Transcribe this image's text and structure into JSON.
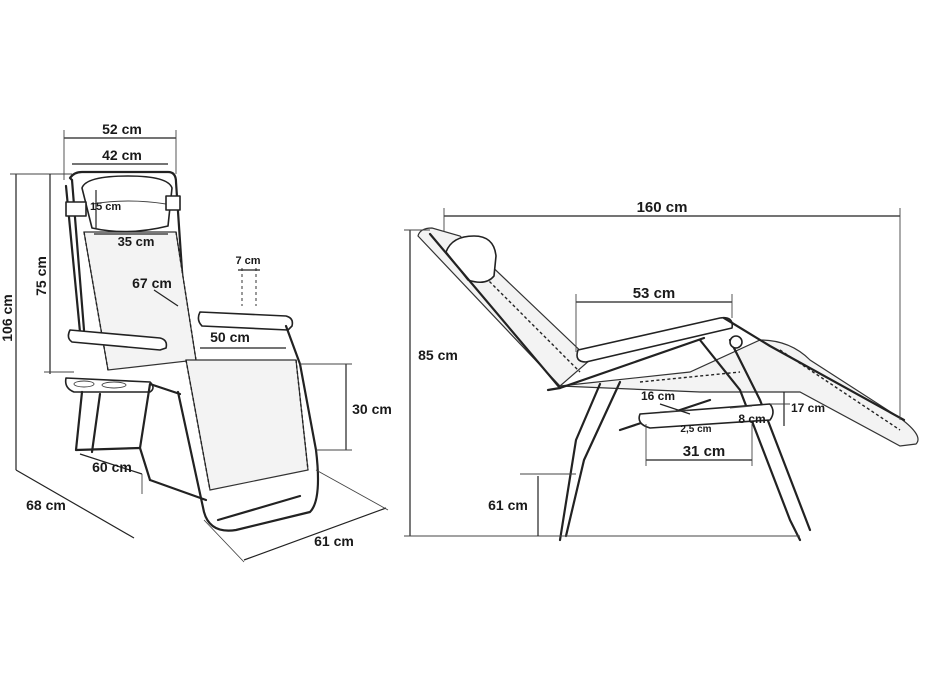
{
  "front_view": {
    "labels": {
      "width_outer": "52 cm",
      "width_inner": "42 cm",
      "pillow_height": "15 cm",
      "pillow_width": "35 cm",
      "total_height": "106 cm",
      "backrest_height": "75 cm",
      "cupholder_gap": "7 cm",
      "backrest_length": "67 cm",
      "seat_width": "50 cm",
      "seat_height": "30 cm",
      "depth_side": "68 cm",
      "depth_mid": "60 cm",
      "depth_front": "61 cm"
    }
  },
  "side_view": {
    "labels": {
      "total_length": "160 cm",
      "seat_length": "53 cm",
      "total_height": "85 cm",
      "tray_width": "16 cm",
      "tray_height": "17 cm",
      "cup_diameter": "8 cm",
      "tray_depth": "2,5 cm",
      "base_width": "31 cm",
      "ground_height": "61 cm"
    }
  },
  "colors": {
    "line": "#222222",
    "fabric": "#f3f3f3",
    "background": "#ffffff"
  }
}
